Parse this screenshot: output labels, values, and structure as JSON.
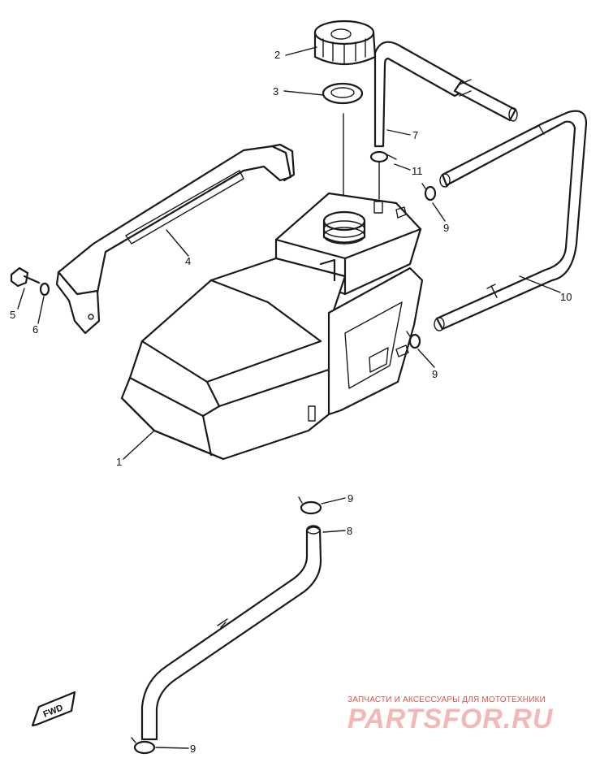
{
  "diagram": {
    "callouts": {
      "part_1": "1",
      "part_2": "2",
      "part_3": "3",
      "part_4": "4",
      "part_5": "5",
      "part_6": "6",
      "part_7": "7",
      "part_8": "8",
      "part_9_a": "9",
      "part_9_b": "9",
      "part_9_c": "9",
      "part_9_d": "9",
      "part_10": "10",
      "part_11": "11"
    },
    "fwd_mark": "FWD"
  },
  "watermark": {
    "caption": "ЗАПЧАСТИ И АКСЕССУАРЫ ДЛЯ МОТОТЕХНИКИ",
    "brand": "PARTSFOR.RU"
  }
}
